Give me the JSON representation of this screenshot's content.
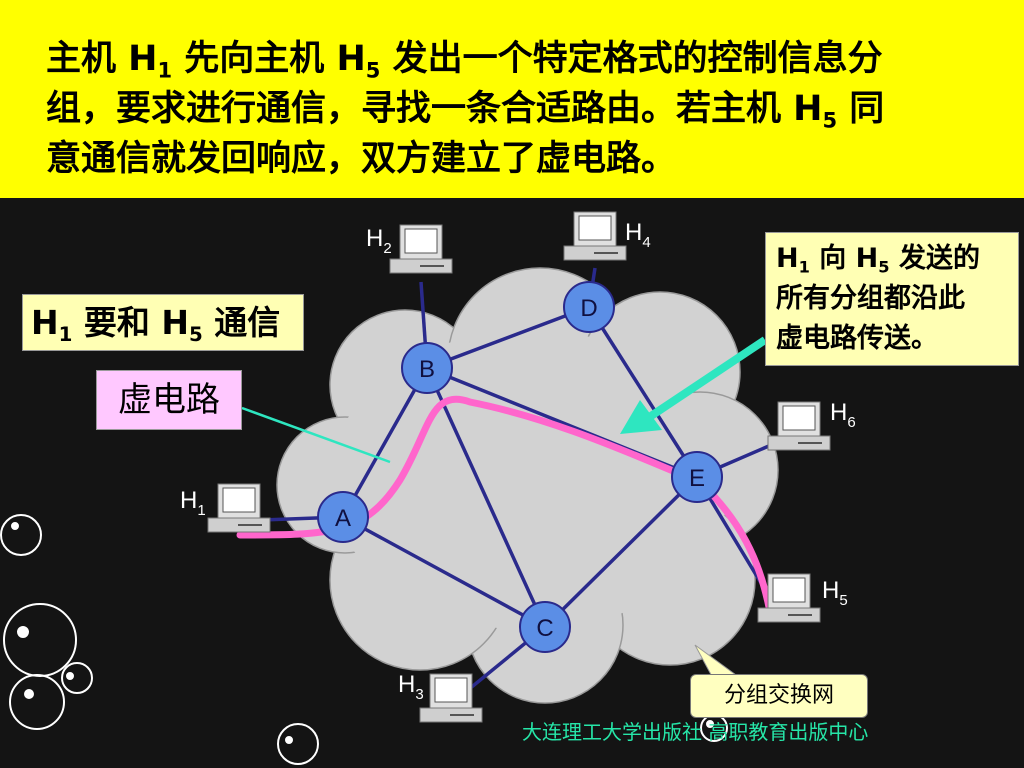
{
  "header": {
    "l1_a": "主机 H",
    "l1_sub1": "1",
    "l1_b": " 先向主机 H",
    "l1_sub2": "5",
    "l1_c": " 发出一个特定格式的控制信息分",
    "l2": "组，要求进行通信，寻找一条合适路由。若主机 H",
    "l2_sub": "5",
    "l2_b": " 同",
    "l3": "意通信就发回响应，双方建立了虚电路。"
  },
  "labels": {
    "h1h5_a": "H",
    "h1h5_sub1": "1",
    "h1h5_b": " 要和 H",
    "h1h5_sub2": "5",
    "h1h5_c": " 通信",
    "virtual_circuit": "虚电路",
    "note_a": "H",
    "note_sub1": "1",
    "note_b": " 向 H",
    "note_sub2": "5",
    "note_c": " 发送的",
    "note_l2": "所有分组都沿此",
    "note_l3": "虚电路传送。",
    "network": "分组交换网",
    "publisher": "大连理工大学出版社  高职教育出版中心"
  },
  "nodes": {
    "A": "A",
    "B": "B",
    "C": "C",
    "D": "D",
    "E": "E"
  },
  "hosts": {
    "h1": {
      "t": "H",
      "s": "1"
    },
    "h2": {
      "t": "H",
      "s": "2"
    },
    "h3": {
      "t": "H",
      "s": "3"
    },
    "h4": {
      "t": "H",
      "s": "4"
    },
    "h5": {
      "t": "H",
      "s": "5"
    },
    "h6": {
      "t": "H",
      "s": "6"
    }
  },
  "colors": {
    "header_bg": "#ffff00",
    "link": "#2a2a8c",
    "node": "#5b8ee6",
    "path": "#ff66cc",
    "arrow": "#2ee6c0",
    "cloud": "#d2d2d2"
  }
}
